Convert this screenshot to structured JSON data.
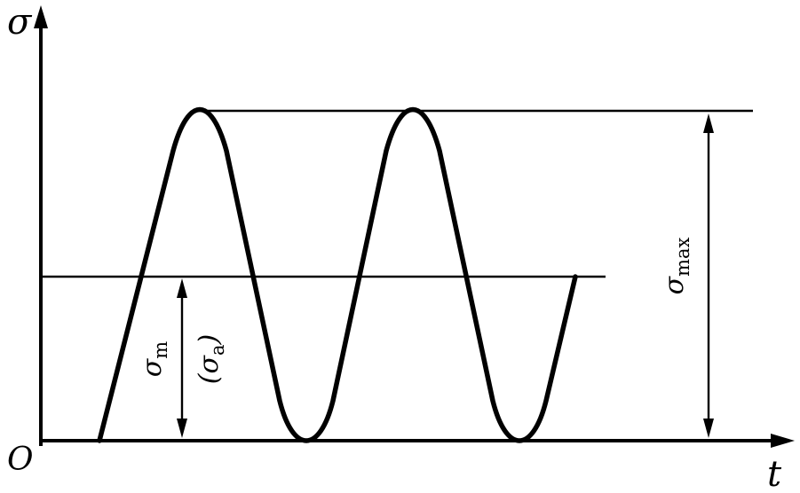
{
  "labels": {
    "y_axis": "σ",
    "x_axis": "t",
    "origin": "O",
    "mean_stress": {
      "pre": "σ",
      "sub": "m"
    },
    "amplitude": {
      "pre": "(σ",
      "sub": "a",
      "post": ")"
    },
    "max_stress": {
      "pre": "σ",
      "sub": "max"
    }
  },
  "colors": {
    "stroke": "#000000",
    "background": "#ffffff"
  }
}
